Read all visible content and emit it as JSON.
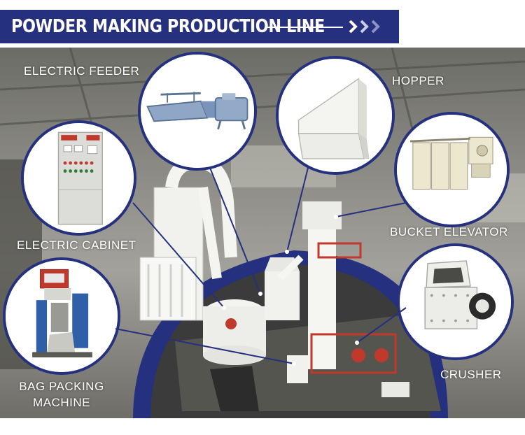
{
  "header": {
    "title": "POWDER MAKING PRODUCTION LINE"
  },
  "labels": {
    "electric_feeder": "ELECTRIC FEEDER",
    "hopper": "HOPPER",
    "electric_cabinet": "ELECTRIC CABINET",
    "bucket_elevator": "BUCKET ELEVATOR",
    "bag_packing_line1": "BAG PACKING",
    "bag_packing_line2": "MACHINE",
    "crusher": "CRUSHER"
  },
  "colors": {
    "banner": "#25307e",
    "callout_border": "#25307e",
    "label_text": "#ffffff"
  }
}
